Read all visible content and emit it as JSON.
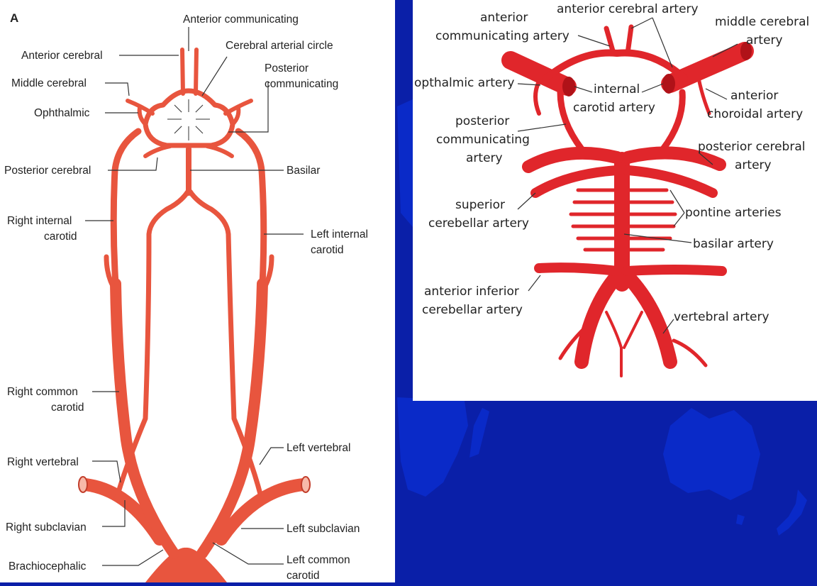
{
  "colors": {
    "background": "#0a1fa8",
    "continent": "#0a2ac8",
    "panel": "#ffffff",
    "artery_left": "#e8553e",
    "artery_right": "#e0262b"
  },
  "left_diagram": {
    "panel_letter": "A",
    "labels": {
      "anterior_communicating": "Anterior communicating",
      "cerebral_arterial_circle": "Cerebral arterial circle",
      "anterior_cerebral": "Anterior cerebral",
      "posterior_communicating_1": "Posterior",
      "posterior_communicating_2": "communicating",
      "middle_cerebral": "Middle cerebral",
      "ophthalmic": "Ophthalmic",
      "posterior_cerebral": "Posterior cerebral",
      "basilar": "Basilar",
      "right_internal_carotid_1": "Right internal",
      "right_internal_carotid_2": "carotid",
      "left_internal_carotid_1": "Left internal",
      "left_internal_carotid_2": "carotid",
      "right_common_carotid_1": "Right common",
      "right_common_carotid_2": "carotid",
      "left_vertebral": "Left vertebral",
      "right_vertebral": "Right vertebral",
      "right_subclavian": "Right subclavian",
      "left_subclavian": "Left subclavian",
      "brachiocephalic": "Brachiocephalic",
      "left_common_carotid_1": "Left common",
      "left_common_carotid_2": "carotid"
    }
  },
  "right_diagram": {
    "labels": {
      "anterior_cerebral_artery": "anterior cerebral artery",
      "anterior_communicating_1": "anterior",
      "anterior_communicating_2": "communicating artery",
      "middle_cerebral_1": "middle cerebral",
      "middle_cerebral_2": "artery",
      "opthalmic_artery": "opthalmic artery",
      "internal_carotid_1": "internal",
      "internal_carotid_2": "carotid artery",
      "anterior_choroidal_1": "anterior",
      "anterior_choroidal_2": "choroidal artery",
      "posterior_communicating_1": "posterior",
      "posterior_communicating_2": "communicating",
      "posterior_communicating_3": "artery",
      "posterior_cerebral_1": "posterior cerebral",
      "posterior_cerebral_2": "artery",
      "superior_cerebellar_1": "superior",
      "superior_cerebellar_2": "cerebellar artery",
      "pontine_arteries": "pontine arteries",
      "basilar_artery": "basilar artery",
      "anterior_inferior_cerebellar_1": "anterior inferior",
      "anterior_inferior_cerebellar_2": "cerebellar artery",
      "vertebral_artery": "vertebral artery"
    }
  }
}
